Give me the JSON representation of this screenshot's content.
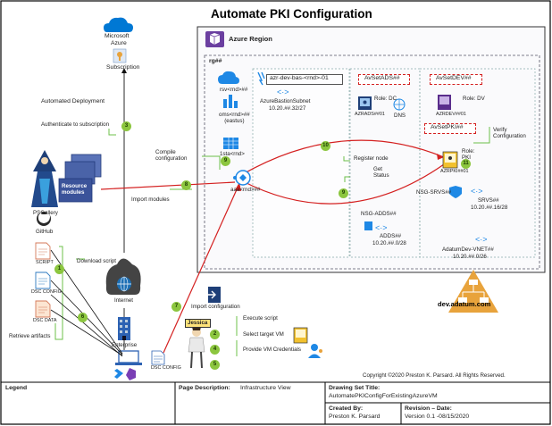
{
  "title": "Automate PKI Configuration",
  "azure": {
    "line1": "Microsoft",
    "line2": "Azure",
    "subscription": "Subscription"
  },
  "region": {
    "label": "Azure Region",
    "rg": "rg##"
  },
  "left_labels": {
    "automated_deployment": "Automated Deployment",
    "authenticate": "Authenticate to subscription",
    "compile": "Compile\nconfiguration",
    "import_modules": "Import modules",
    "resource_modules": "Resource\nmodules",
    "psgallery": "PSGallery",
    "github": "GitHub",
    "script": "SCRIPT",
    "download_script": "Download script",
    "dsc_config": "DSC CONFIG",
    "dsc_data": "DSC DATA",
    "retrieve": "Retrieve artifacts",
    "internet": "Internet",
    "enterprise": "Enterprise",
    "dsc_config_bottom": "DSC CONFIG"
  },
  "resources": {
    "rsv": "rsv<rnd>##",
    "oms": "oms<rnd>##\n(eastus)",
    "sta": "1sta<rnd>",
    "aaa": "aaa<rnd>##",
    "bastion_name": "azr-dev-bas-<rnd>-01",
    "bastion_subnet": "AzureBastionSubnet",
    "bastion_cidr": "10.20.##.32/27",
    "avset_adds": "AvSetADS##",
    "adds_vm": "AZRADS##01",
    "role_dc": "Role: DC",
    "dns": "DNS",
    "avset_dev": "AvSetDEV##",
    "dev_vm": "AZRDEV##01",
    "role_dv": "Role: DV",
    "avset_pki": "AvSetPKI##",
    "pki_vm": "AZRPKI##01",
    "role_pki": "Role:\nPKI",
    "verify": "Verify\nConfiguration",
    "register": "Register node",
    "get_status": "Get\nStatus",
    "nsg_adds": "NSG-ADDS##",
    "adds_subnet": "ADDS##",
    "adds_cidr": "10.20.##.0/28",
    "nsg_srvs": "NSG-SRVS##",
    "srvs_subnet": "SRVS##",
    "srvs_cidr": "10.20.##.16/28",
    "vnet": "AdatumDev-VNET##",
    "vnet_cidr": "10.20.##.0/26"
  },
  "bottom": {
    "import_config": "Import configuration",
    "jessica": "Jessica",
    "execute": "Execute script",
    "select_vm": "Select target VM",
    "provide_creds": "Provide VM Credentials"
  },
  "badges": [
    "1",
    "2",
    "3",
    "4",
    "5",
    "6",
    "7",
    "8",
    "9",
    "9",
    "10",
    "11"
  ],
  "domain": "dev.adatum.com",
  "copyright": "Copyright ©2020 Preston K. Parsard. All Rights Reserved.",
  "title_block": {
    "legend": "Legend",
    "page_desc_label": "Page Description:",
    "page_desc": "Infrastructure View",
    "drawing_set_label": "Drawing Set Title:",
    "drawing_set": "AutomatePKIConfigForExistingAzureVM",
    "created_by_label": "Created By:",
    "created_by": "Preston K. Parsard",
    "revision_label": "Revision – Date:",
    "revision": "Version 0.1 -08/15/2020"
  },
  "colors": {
    "red": "#d42020",
    "green": "#6cc04a",
    "black": "#111111",
    "azure_blue": "#0078d4",
    "purple": "#6b3fa0",
    "orange": "#e8a33c"
  }
}
